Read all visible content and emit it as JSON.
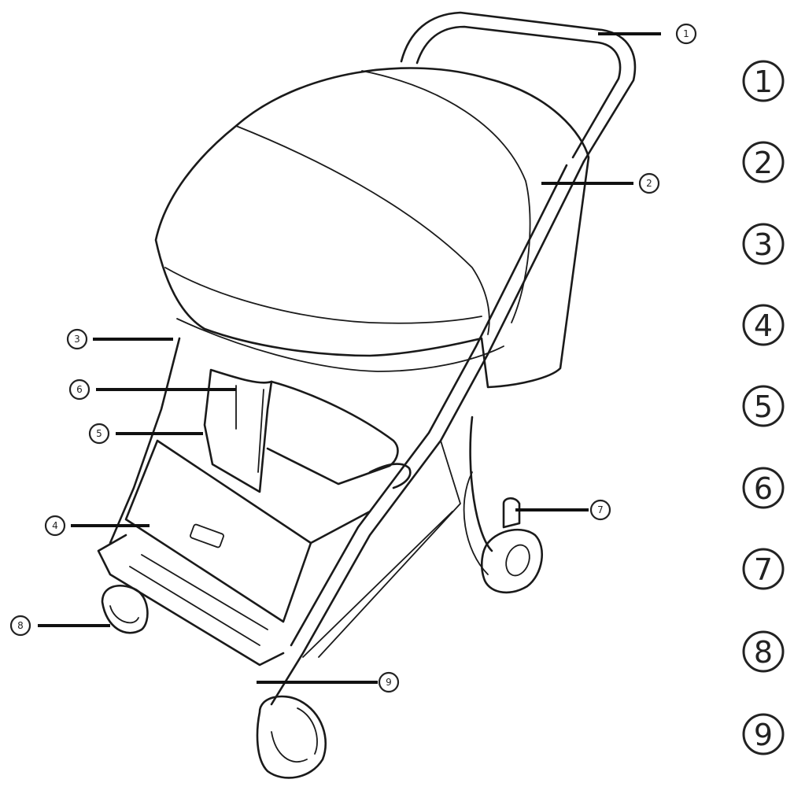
{
  "callouts": [
    {
      "id": "1",
      "label": "1"
    },
    {
      "id": "2",
      "label": "2"
    },
    {
      "id": "3",
      "label": "3"
    },
    {
      "id": "4",
      "label": "4"
    },
    {
      "id": "5",
      "label": "5"
    },
    {
      "id": "6",
      "label": "6"
    },
    {
      "id": "7",
      "label": "7"
    },
    {
      "id": "8",
      "label": "8"
    },
    {
      "id": "9",
      "label": "9"
    }
  ],
  "key_numbers": [
    "1",
    "2",
    "3",
    "4",
    "5",
    "6",
    "7",
    "8",
    "9"
  ],
  "colors": {
    "line": "#1a1a1a",
    "background": "#ffffff"
  }
}
